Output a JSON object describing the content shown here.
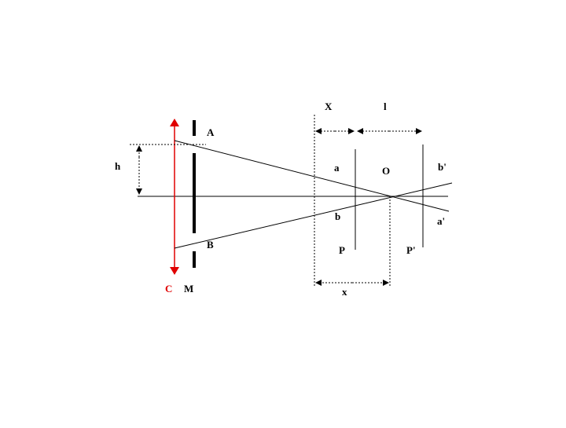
{
  "colors": {
    "ink": "#000000",
    "accent": "#e00000",
    "background": "#ffffff"
  },
  "labels": {
    "X": "X",
    "l": "l",
    "A": "A",
    "B": "B",
    "h": "h",
    "a": "a",
    "b": "b",
    "O": "O",
    "b_prime": "b'",
    "a_prime": "a'",
    "P": "P",
    "P_prime": "P'",
    "x": "x",
    "C": "C",
    "M": "M"
  }
}
